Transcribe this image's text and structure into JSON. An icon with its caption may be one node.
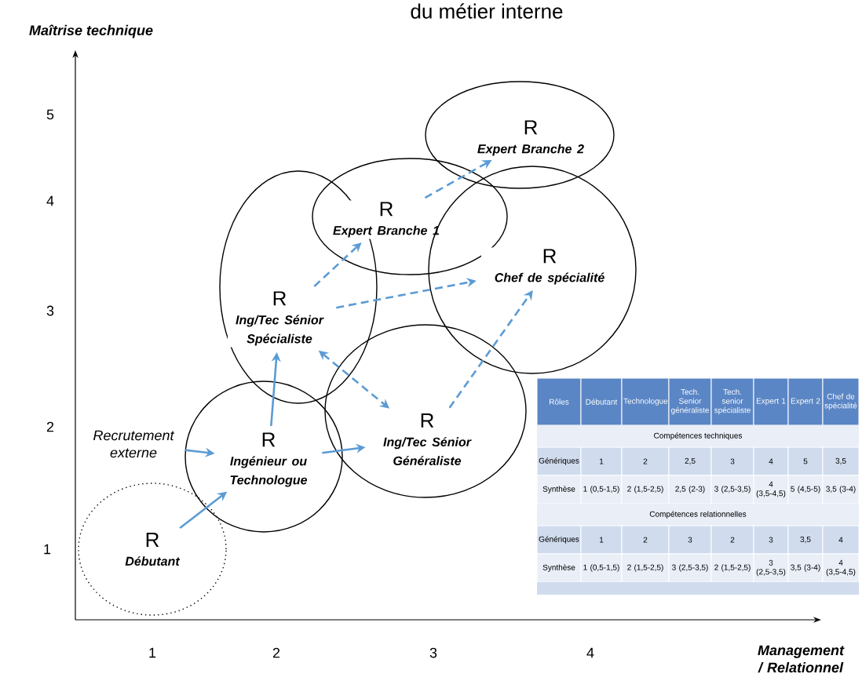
{
  "diagram": {
    "title": "du métier interne",
    "nodes": [
      {
        "text": [
          "R",
          "Débutant"
        ]
      },
      {
        "text": [
          "R",
          "Ingénieur ou Technologue"
        ]
      },
      {
        "text": [
          "R",
          "Ing/Tec Sénior Spécialiste"
        ]
      },
      {
        "text": [
          "R",
          "Ing/Tec Sénior Généraliste"
        ]
      },
      {
        "text": [
          "R",
          "Expert Branche 1"
        ]
      },
      {
        "text": [
          "R",
          "Chef de spécialité"
        ]
      },
      {
        "text": [
          "R",
          "Expert Branche 2"
        ]
      },
      {
        "text": [
          "Recrutement externe"
        ]
      }
    ],
    "edges": [
      {
        "from": 0,
        "to": 1,
        "arrow": "to"
      },
      {
        "from": 7,
        "to": 1,
        "arrow": "to"
      },
      {
        "from": 1,
        "to": 2,
        "arrow": "to"
      },
      {
        "from": 1,
        "to": 3,
        "arrow": "to"
      },
      {
        "from": 2,
        "to": 3,
        "arrow": "both",
        "style": "dashed"
      },
      {
        "from": 2,
        "to": 4,
        "arrow": "to",
        "style": "dashed"
      },
      {
        "from": 2,
        "to": 5,
        "arrow": "to",
        "style": "dashed"
      },
      {
        "from": 3,
        "to": 5,
        "arrow": "to",
        "style": "dashed"
      },
      {
        "from": 4,
        "to": 6,
        "arrow": "to",
        "style": "dashed"
      }
    ],
    "labels": [
      "Maîtrise technique",
      "5",
      "4",
      "3",
      "2",
      "1",
      "1",
      "2",
      "3",
      "4",
      "Management / Relationnel",
      "Rôles",
      "Débutant",
      "Technologue",
      "Tech. Senior généraliste",
      "Tech. senior spécialiste",
      "Expert 1",
      "Expert 2",
      "Chef de spécialité",
      "Compétences techniques",
      "Génériques",
      "1",
      "2",
      "2,5",
      "3",
      "4",
      "5",
      "3,5",
      "Synthèse",
      "1 (0,5-1,5)",
      "2 (1,5-2,5)",
      "2,5 (2-3)",
      "3 (2,5-3,5)",
      "4 (3,5-4,5)",
      "5 (4,5-5)",
      "3,5 (3-4)",
      "Compétences relationnelles",
      "Génériques",
      "1",
      "2",
      "3",
      "2",
      "3",
      "3,5",
      "4",
      "Synthèse",
      "1 (0,5-1,5)",
      "2 (1,5-2,5)",
      "3 (2,5-3,5)",
      "2 (1,5-2,5)",
      "3 (2,5-3,5)",
      "3,5 (3-4)",
      "4 (3,5-4,5)"
    ]
  }
}
